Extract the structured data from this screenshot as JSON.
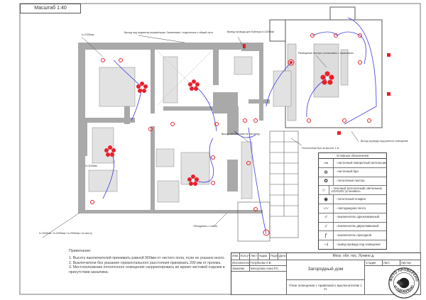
{
  "header": {
    "scale_label": "Масштаб 1:40"
  },
  "annotations": {
    "height_2100": "h=2100мм",
    "outlet_tv": "Выход под подсветку шкафа/ниши. Запитывать / подключать к общей сети",
    "outlet_boiler": "Вывод провода для бойлера h=2200мм",
    "lights_chandelier": "Расведение люстры согласовать с заказчиком",
    "exit_stairs_light": "Выход светильника на лестницу",
    "stairs_wall_lamp": "Потолочный бра на высоте 1 эт.",
    "wire_outlet_ceiling": "Выход провода под уличное освещение",
    "connect_to_network": "Объединить с сетью",
    "heights_left": "h=1000мм / h=2200мм / h=2500мм / по месту",
    "height_h": "h=1100мм"
  },
  "notes": {
    "title": "Примечание:",
    "items": [
      "1. Высоту выключателей принимать равной 900мм от чистого пола, если не указано иного.",
      "2. Выключатели без указания горизонтального расстояния принимать 200 мм от проема.",
      "3. Местоположение потолочного освещения скорректировать во время чистовой отделки в присутствии заказчика."
    ]
  },
  "legend": {
    "title": "Условные обозначения",
    "items": [
      {
        "icon": "wall-sconce-icon",
        "symbol": "⊸",
        "label": "- настенный поворотный светильник"
      },
      {
        "icon": "wall-lamp-icon",
        "symbol": "⊕",
        "label": "- настенный бра"
      },
      {
        "icon": "chandelier-icon",
        "symbol": "✿",
        "label": "- потолочная люстра"
      },
      {
        "icon": "spot-light-icon",
        "symbol": "○",
        "label": "- точечный (потолочный) светильник, 12V/220V установить"
      },
      {
        "icon": "ceiling-lamp-icon",
        "symbol": "◉",
        "label": "- потолочный плафон"
      },
      {
        "icon": "led-strip-icon",
        "symbol": "〰",
        "label": "- светодиодная лента"
      },
      {
        "icon": "switch-single-icon",
        "symbol": "♂",
        "label": "- выключатель одноклавишный"
      },
      {
        "icon": "switch-double-icon",
        "symbol": "♂",
        "label": "- выключатель двухклавишный"
      },
      {
        "icon": "switch-pass-icon",
        "symbol": "ƒ",
        "label": "- выключатель проходной"
      },
      {
        "icon": "wire-outlet-icon",
        "symbol": "⊣",
        "label": "- вывод провода под освещение"
      }
    ]
  },
  "title_block": {
    "col_headers": [
      "Изм.",
      "Кол.уч",
      "Лист",
      "№док.",
      "Подп.",
      "Дата"
    ],
    "roles": [
      {
        "role": "Исполнитель",
        "name": "Голубьева Н.В."
      },
      {
        "role": "Заказчик",
        "name": "Белоусова Анна Р.С."
      }
    ],
    "address": "Моск. обл. пос. Лунино д.",
    "project": "Загородный дом",
    "sheet_title": "План освещения с привязкой к выключателям 1 эт.",
    "stage_headers": [
      "Стадия",
      "Лист",
      "Листов"
    ]
  },
  "stamp": {
    "text_top": "ФОТО ПРОВЕРЕНО",
    "text_bottom": "И ОДОБРЕНО"
  },
  "colors": {
    "wall": "#a9a9a9",
    "lamp": "#e8202a",
    "wire": "#3a3adf",
    "line": "#444444"
  }
}
